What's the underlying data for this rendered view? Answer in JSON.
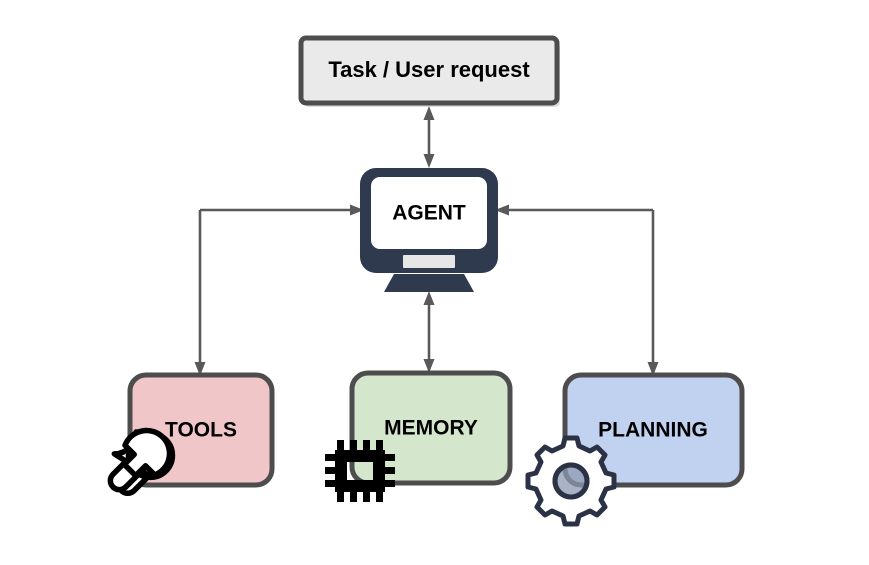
{
  "diagram": {
    "title": "Agent architecture flow diagram",
    "background_color": "#FFFFFF",
    "nodes": {
      "task": {
        "label": "Task / User request",
        "fill_color": "#EAEAEA",
        "border_color": "#4D4D4D",
        "shape": "rounded-rectangle"
      },
      "agent": {
        "label": "AGENT",
        "fill_color": "#FFFFFF",
        "bezel_color": "#2F3A4F",
        "indicator_color": "#E6E6E6",
        "shape": "computer-monitor"
      },
      "tools": {
        "label": "TOOLS",
        "fill_color": "#F1C6C8",
        "border_color": "#4D4D4D",
        "icon": "wrench-icon",
        "shape": "rounded-rectangle"
      },
      "memory": {
        "label": "MEMORY",
        "fill_color": "#D4E6CC",
        "border_color": "#4D4D4D",
        "icon": "cpu-chip-icon",
        "shape": "rounded-rectangle"
      },
      "planning": {
        "label": "PLANNING",
        "fill_color": "#C1D1F0",
        "border_color": "#4D4D4D",
        "icon": "gear-icon",
        "shape": "rounded-rectangle"
      }
    },
    "connectors": [
      {
        "name": "task-agent",
        "from": "task",
        "to": "agent",
        "style": "straight-vertical",
        "direction": "bidirectional",
        "color": "#595959"
      },
      {
        "name": "agent-tools",
        "from": "agent",
        "to": "tools",
        "style": "elbow-left",
        "direction": "bidirectional",
        "color": "#595959"
      },
      {
        "name": "agent-memory",
        "from": "agent",
        "to": "memory",
        "style": "straight-vertical",
        "direction": "bidirectional",
        "color": "#595959"
      },
      {
        "name": "agent-planning",
        "from": "agent",
        "to": "planning",
        "style": "elbow-right",
        "direction": "bidirectional",
        "color": "#595959"
      }
    ]
  }
}
